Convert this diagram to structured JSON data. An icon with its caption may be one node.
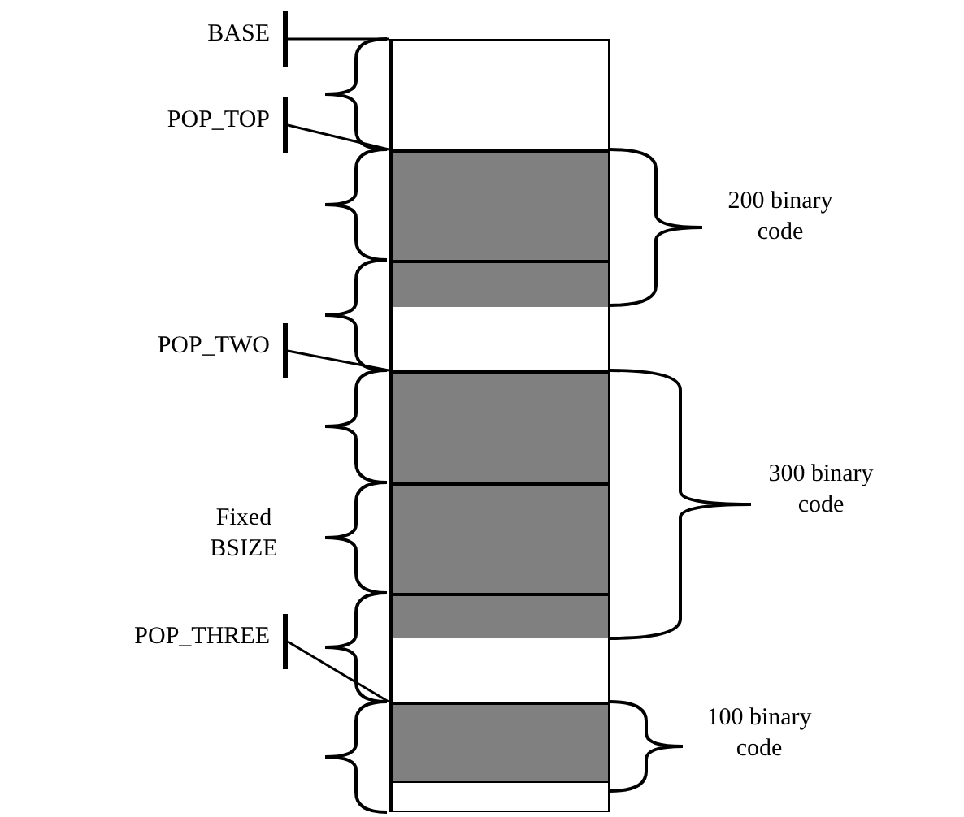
{
  "diagram": {
    "nodes": [
      {
        "text": [
          "BASE"
        ]
      },
      {
        "text": [
          "POP_TOP"
        ]
      },
      {
        "text": [
          "POP_TWO"
        ]
      },
      {
        "text": [
          "POP_THREE"
        ]
      },
      {
        "text": [],
        "shape": "box"
      },
      {
        "text": [],
        "shape": "bar",
        "in": 4
      },
      {
        "text": [],
        "shape": "bar",
        "in": 4
      },
      {
        "text": [],
        "shape": "bar",
        "in": 4
      }
    ],
    "edges": [
      {
        "from": 0,
        "to": 4,
        "arrow": "none"
      },
      {
        "from": 1,
        "to": 4,
        "arrow": "none"
      },
      {
        "from": 2,
        "to": 4,
        "arrow": "none"
      },
      {
        "from": 3,
        "to": 4,
        "arrow": "none"
      }
    ],
    "labels": [
      "Fixed BSIZE",
      "200 binary code",
      "300 binary code",
      "100 binary code"
    ]
  }
}
